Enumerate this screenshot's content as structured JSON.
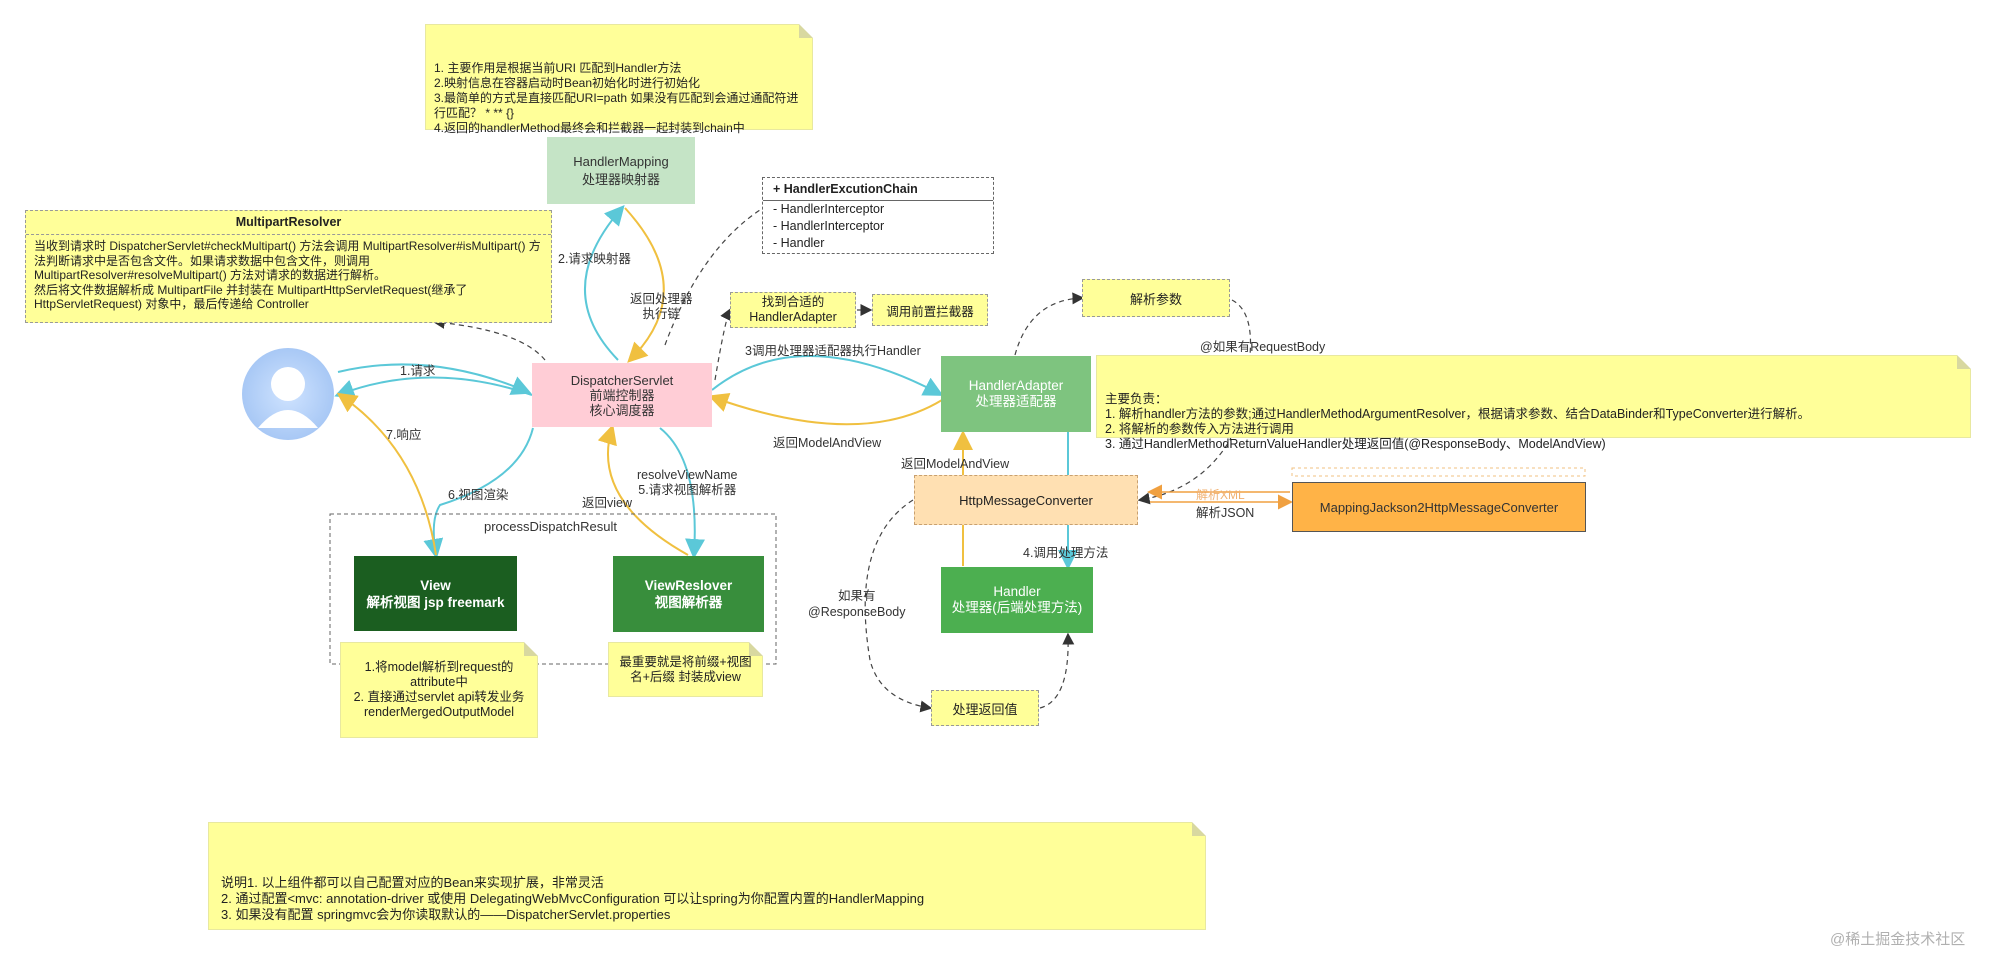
{
  "notes": {
    "handler_mapping": "1. 主要作用是根据当前URI  匹配到Handler方法\n2.映射信息在容器启动时Bean初始化时进行初始化\n3.最简单的方式是直接匹配URI=path  如果没有匹配到会通过通配符进行匹配？ * ** {}\n4.返回的handlerMethod最终会和拦截器一起封装到chain中",
    "multipart_title": "MultipartResolver",
    "multipart_body": "当收到请求时 DispatcherServlet#checkMultipart() 方法会调用 MultipartResolver#isMultipart() 方法判断请求中是否包含文件。如果请求数据中包含文件，则调用 MultipartResolver#resolveMultipart() 方法对请求的数据进行解析。\n然后将文件数据解析成 MultipartFile 并封装在 MultipartHttpServletRequest(继承了 HttpServletRequest) 对象中，最后传递给 Controller",
    "handler_adapter_duty": "主要负责：\n1. 解析handler方法的参数;通过HandlerMethodArgumentResolver，根据请求参数、结合DataBinder和TypeConverter进行解析。\n2. 将解析的参数传入方法进行调用\n3. 通过HandlerMethodReturnValueHandler处理返回值(@ResponseBody、ModelAndView)",
    "view_note": "1.将model解析到request的attribute中\n2. 直接通过servlet api转发业务\nrenderMergedOutputModel",
    "resolver_note": "最重要就是将前缀+视图名+后缀 封装成view",
    "footer": "说明1. 以上组件都可以自己配置对应的Bean来实现扩展，非常灵活\n2.  通过配置<mvc: annotation-driver  或使用 DelegatingWebMvcConfiguration   可以让spring为你配置内置的HandlerMapping\n3. 如果没有配置 springmvc会为你读取默认的——DispatcherServlet.properties"
  },
  "nodes": {
    "handler_mapping": "HandlerMapping\n处理器映射器",
    "dispatcher": "DispatcherServlet\n前端控制器\n核心调度器",
    "handler_adapter": "HandlerAdapter\n处理器适配器",
    "http_message_converter": "HttpMessageConverter",
    "jackson_converter": "MappingJackson2HttpMessageConverter",
    "handler": "Handler\n处理器(后端处理方法)",
    "view": "View\n解析视图 jsp freemark",
    "view_resolver": "ViewReslover\n视图解析器",
    "find_adapter": "找到合适的\nHandlerAdapter",
    "pre_interceptor": "调用前置拦截器",
    "parse_params": "解析参数",
    "process_return": "处理返回值",
    "process_dispatch_result": "processDispatchResult"
  },
  "chain": {
    "title": "+ HandlerExcutionChain",
    "items": [
      "- HandlerInterceptor",
      "- HandlerInterceptor",
      "- Handler"
    ]
  },
  "edge_labels": {
    "request": "1.请求",
    "response": "7.响应",
    "request_mapping": "2.请求映射器",
    "return_chain": "返回处理器\n执行链",
    "call_adapter": "3调用处理器适配器执行Handler",
    "return_mav": "返回ModelAndView",
    "return_mav2": "返回ModelAndView",
    "call_handler": "4.调用处理方法",
    "resolve_view": "resolveViewName\n5.请求视图解析器",
    "return_view": "返回view",
    "render_view": "6.视图渲染",
    "if_request_body": "@如果有RequestBody",
    "if_response_body": "如果有\n@ResponseBody",
    "parse_xml": "解析XML",
    "parse_json": "解析JSON"
  },
  "watermark": "@稀土掘金技术社区",
  "colors": {
    "note_yellow": "#ffff99",
    "handler_mapping_green": "#c5e4c6",
    "dispatcher_pink": "#ffcdd6",
    "adapter_green": "#7ec47f",
    "handler_green": "#4caf50",
    "view_dark_green": "#1b5e20",
    "resolver_green": "#388e3c",
    "converter_peach": "#ffe0b2",
    "jackson_orange": "#ffb347",
    "edge_cyan": "#5bc8d8",
    "edge_yellow": "#f0c040"
  }
}
